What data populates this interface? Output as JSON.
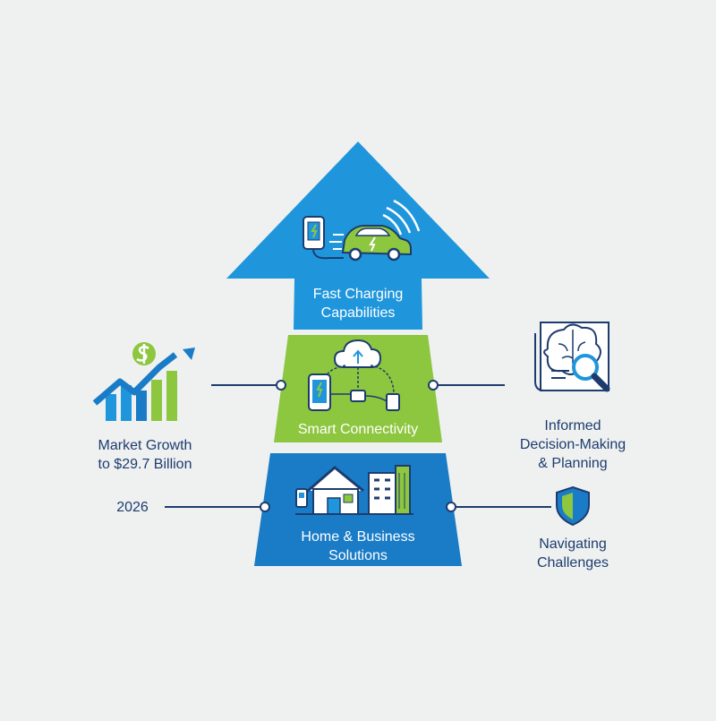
{
  "colors": {
    "background": "#eff1f1",
    "blue": "#1f96dc",
    "blue_dark": "#1a7cc6",
    "green": "#8dc63f",
    "navy": "#1d3c6e"
  },
  "tiers": {
    "top": {
      "line1": "Fast Charging",
      "line2": "Capabilities",
      "icon": "ev-charging-car-icon"
    },
    "middle": {
      "line1": "Smart Connectivity",
      "icon": "cloud-connected-devices-icon"
    },
    "bottom": {
      "line1": "Home & Business",
      "line2": "Solutions",
      "icon": "home-business-building-icon"
    }
  },
  "callouts": {
    "market": {
      "line1": "Market Growth",
      "line2": "to $29.7 Billion",
      "icon": "growth-chart-dollar-icon"
    },
    "year": {
      "text": "2026"
    },
    "decision": {
      "line1": "Informed",
      "line2": "Decision-Making",
      "line3": "& Planning",
      "icon": "brain-magnifier-icon"
    },
    "challenges": {
      "line1": "Navigating",
      "line2": "Challenges",
      "icon": "shield-icon"
    }
  }
}
